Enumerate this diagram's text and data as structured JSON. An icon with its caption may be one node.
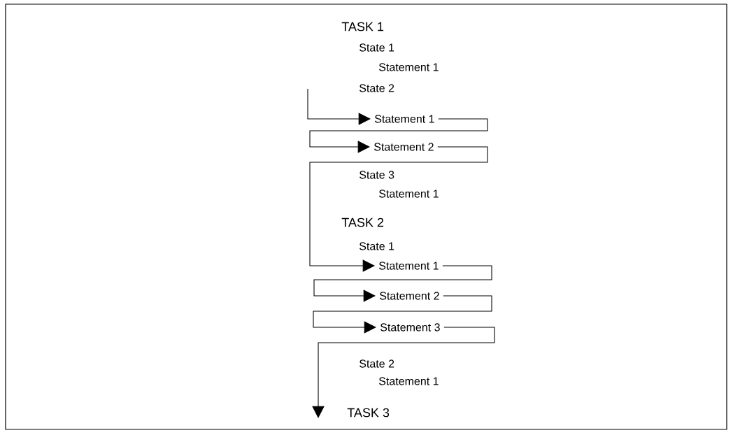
{
  "diagram": {
    "nodes": [
      {
        "text": [
          "Statement 1"
        ]
      },
      {
        "text": [
          "Statement 2"
        ]
      },
      {
        "text": [
          "Statement 1"
        ]
      },
      {
        "text": [
          "Statement 2"
        ]
      },
      {
        "text": [
          "Statement 3"
        ]
      },
      {
        "text": [
          "TASK 3"
        ]
      }
    ],
    "edges": [
      {
        "from": null,
        "to": 0,
        "arrow": "to"
      },
      {
        "from": 0,
        "to": 1,
        "arrow": "to"
      },
      {
        "from": 1,
        "to": 2,
        "arrow": "to"
      },
      {
        "from": 2,
        "to": 3,
        "arrow": "to"
      },
      {
        "from": 3,
        "to": 4,
        "arrow": "to"
      },
      {
        "from": 4,
        "to": 5,
        "arrow": "to"
      }
    ],
    "labels": [
      "TASK 1",
      "State 1",
      "Statement 1",
      "State 2",
      "State 3",
      "Statement 1",
      "TASK 2",
      "State 1",
      "State 2",
      "Statement 1"
    ]
  }
}
